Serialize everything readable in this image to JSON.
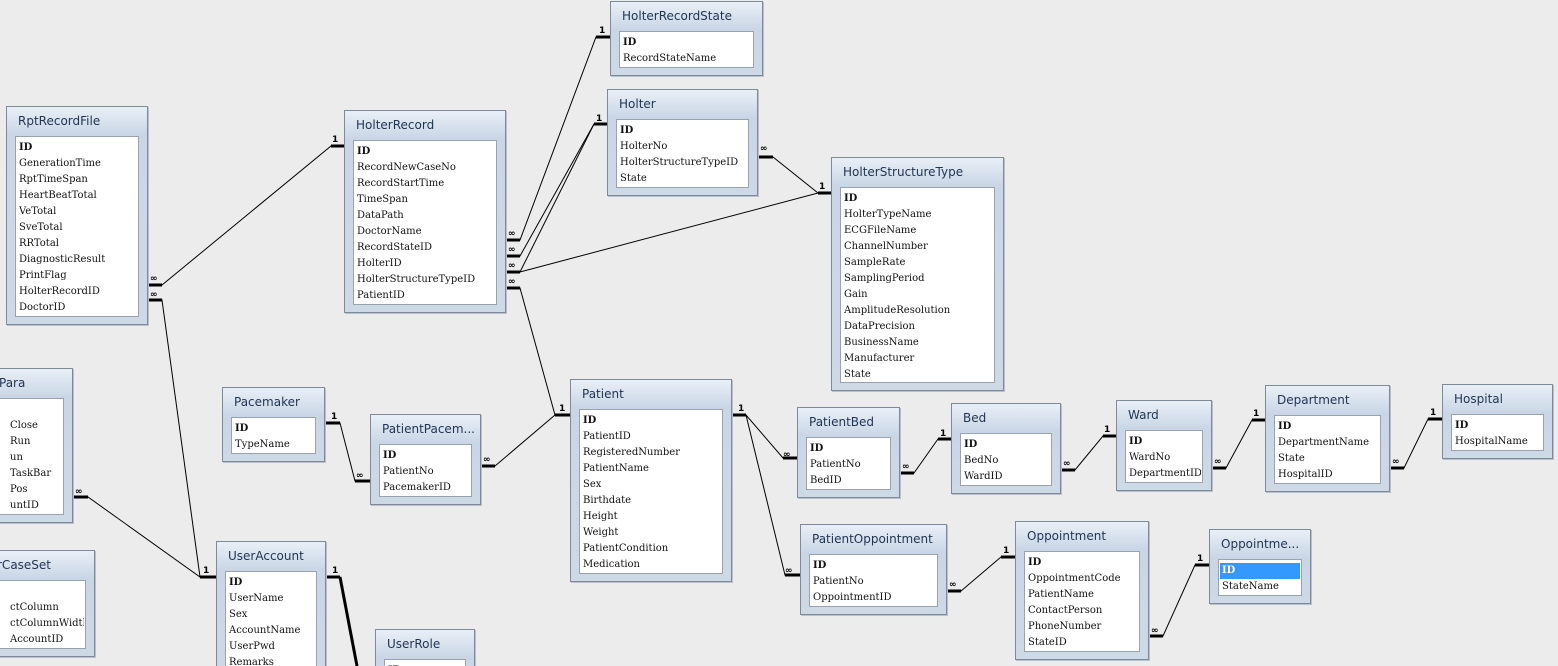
{
  "tables": [
    {
      "id": "HolterRecordState",
      "title": "HolterRecordState",
      "columns": [
        "ID",
        "RecordStateName"
      ]
    },
    {
      "id": "Holter",
      "title": "Holter",
      "columns": [
        "ID",
        "HolterNo",
        "HolterStructureTypeID",
        "State"
      ]
    },
    {
      "id": "RptRecordFile",
      "title": "RptRecordFile",
      "columns": [
        "ID",
        "GenerationTime",
        "RptTimeSpan",
        "HeartBeatTotal",
        "VeTotal",
        "SveTotal",
        "RRTotal",
        "DiagnosticResult",
        "PrintFlag",
        "HolterRecordID",
        "DoctorID"
      ]
    },
    {
      "id": "HolterRecord",
      "title": "HolterRecord",
      "columns": [
        "ID",
        "RecordNewCaseNo",
        "RecordStartTime",
        "TimeSpan",
        "DataPath",
        "DoctorName",
        "RecordStateID",
        "HolterID",
        "HolterStructureTypeID",
        "PatientID"
      ]
    },
    {
      "id": "HolterStructureType",
      "title": "HolterStructureType",
      "columns": [
        "ID",
        "HolterTypeName",
        "ECGFileName",
        "ChannelNumber",
        "SampleRate",
        "SamplingPeriod",
        "Gain",
        "AmplitudeResolution",
        "DataPrecision",
        "BusinessName",
        "Manufacturer",
        "State"
      ]
    },
    {
      "id": "Para",
      "title": "Para",
      "columns": [
        "",
        "Close",
        "Run",
        "un",
        "TaskBar",
        "Pos",
        "untID"
      ]
    },
    {
      "id": "Pacemaker",
      "title": "Pacemaker",
      "columns": [
        "ID",
        "TypeName"
      ]
    },
    {
      "id": "PatientPacemaker",
      "title": "PatientPacem...",
      "columns": [
        "ID",
        "PatientNo",
        "PacemakerID"
      ]
    },
    {
      "id": "Patient",
      "title": "Patient",
      "columns": [
        "ID",
        "PatientID",
        "RegisteredNumber",
        "PatientName",
        "Sex",
        "Birthdate",
        "Height",
        "Weight",
        "PatientCondition",
        "Medication"
      ]
    },
    {
      "id": "PatientBed",
      "title": "PatientBed",
      "columns": [
        "ID",
        "PatientNo",
        "BedID"
      ]
    },
    {
      "id": "Bed",
      "title": "Bed",
      "columns": [
        "ID",
        "BedNo",
        "WardID"
      ]
    },
    {
      "id": "Ward",
      "title": "Ward",
      "columns": [
        "ID",
        "WardNo",
        "DepartmentID"
      ]
    },
    {
      "id": "Department",
      "title": "Department",
      "columns": [
        "ID",
        "DepartmentName",
        "State",
        "HospitalID"
      ]
    },
    {
      "id": "Hospital",
      "title": "Hospital",
      "columns": [
        "ID",
        "HospitalName"
      ]
    },
    {
      "id": "CaseSet",
      "title": "rCaseSet",
      "columns": [
        "",
        "ctColumn",
        "ctColumnWidth",
        "AccountID"
      ]
    },
    {
      "id": "UserAccount",
      "title": "UserAccount",
      "columns": [
        "ID",
        "UserName",
        "Sex",
        "AccountName",
        "UserPwd",
        "Remarks"
      ]
    },
    {
      "id": "PatientOppointment",
      "title": "PatientOppointment",
      "columns": [
        "ID",
        "PatientNo",
        "OppointmentID"
      ]
    },
    {
      "id": "Oppointment",
      "title": "Oppointment",
      "columns": [
        "ID",
        "OppointmentCode",
        "PatientName",
        "ContactPerson",
        "PhoneNumber",
        "StateID"
      ]
    },
    {
      "id": "OppointmentState",
      "title": "Oppointme...",
      "columns": [
        "ID",
        "StateName"
      ]
    },
    {
      "id": "UserRole",
      "title": "UserRole",
      "columns": [
        "ID"
      ]
    }
  ],
  "cardinality": {
    "one": "1",
    "many": "∞"
  },
  "colors": {
    "line": "#000000",
    "header_top": "#e9eff7",
    "header_bottom": "#c9d6e6",
    "selection": "#3399ff"
  }
}
